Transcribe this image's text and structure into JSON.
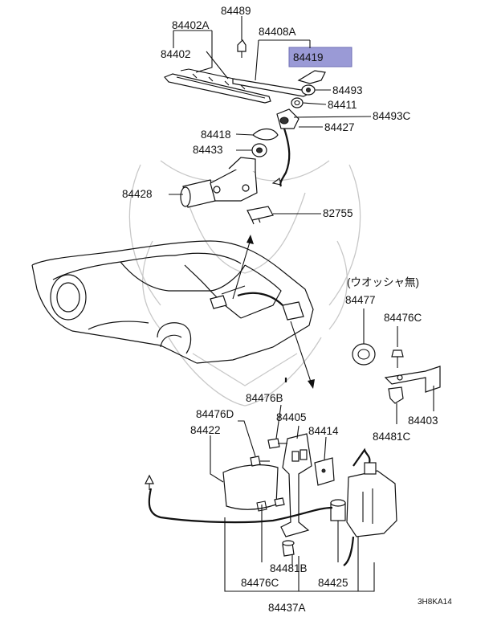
{
  "diagram": {
    "highlight_color": "#9a9ad6",
    "note_no_washer": "(ウオッシャ無)",
    "figure_code": "3H8KA14",
    "labels": {
      "p84489": "84489",
      "p84402a": "84402A",
      "p84408a": "84408A",
      "p84402": "84402",
      "p84419": "84419",
      "p84493": "84493",
      "p84411": "84411",
      "p84493c": "84493C",
      "p84427": "84427",
      "p84418": "84418",
      "p84433": "84433",
      "p84428": "84428",
      "p82755": "82755",
      "p84477": "84477",
      "p84476c_top": "84476C",
      "p84403": "84403",
      "p84481c": "84481C",
      "p84476b": "84476B",
      "p84476d": "84476D",
      "p84405": "84405",
      "p84422": "84422",
      "p84414": "84414",
      "p84481b": "84481B",
      "p84476c_bottom": "84476C",
      "p84425": "84425",
      "p84437a": "84437A"
    }
  }
}
